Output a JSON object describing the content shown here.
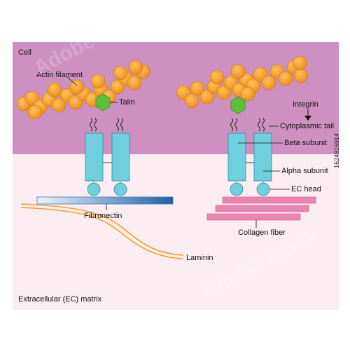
{
  "labels": {
    "cell": "Cell",
    "ec_matrix": "Extracellular (EC) matrix",
    "actin": "Actin filament",
    "talin": "Talin",
    "integrin": "Integrin",
    "cyto_tail": "Cytoplasmic tail",
    "beta": "Beta subunit",
    "alpha": "Alpha subunit",
    "ec_head": "EC head",
    "fibronectin": "Fibronectin",
    "collagen": "Collagen fiber",
    "laminin": "Laminin"
  },
  "image_id": "1624816914",
  "watermark": "Adobe Stock",
  "colors": {
    "cell_bg": "#cd90c1",
    "ec_bg": "#fcedf2",
    "actin": "#f39a2a",
    "talin": "#5fbf3a",
    "integrin": "#6fcfdc",
    "fibronectin_start": "#dff0fa",
    "fibronectin_end": "#2a6ab0",
    "collagen": "#e878a8",
    "laminin": "#f5a020"
  }
}
